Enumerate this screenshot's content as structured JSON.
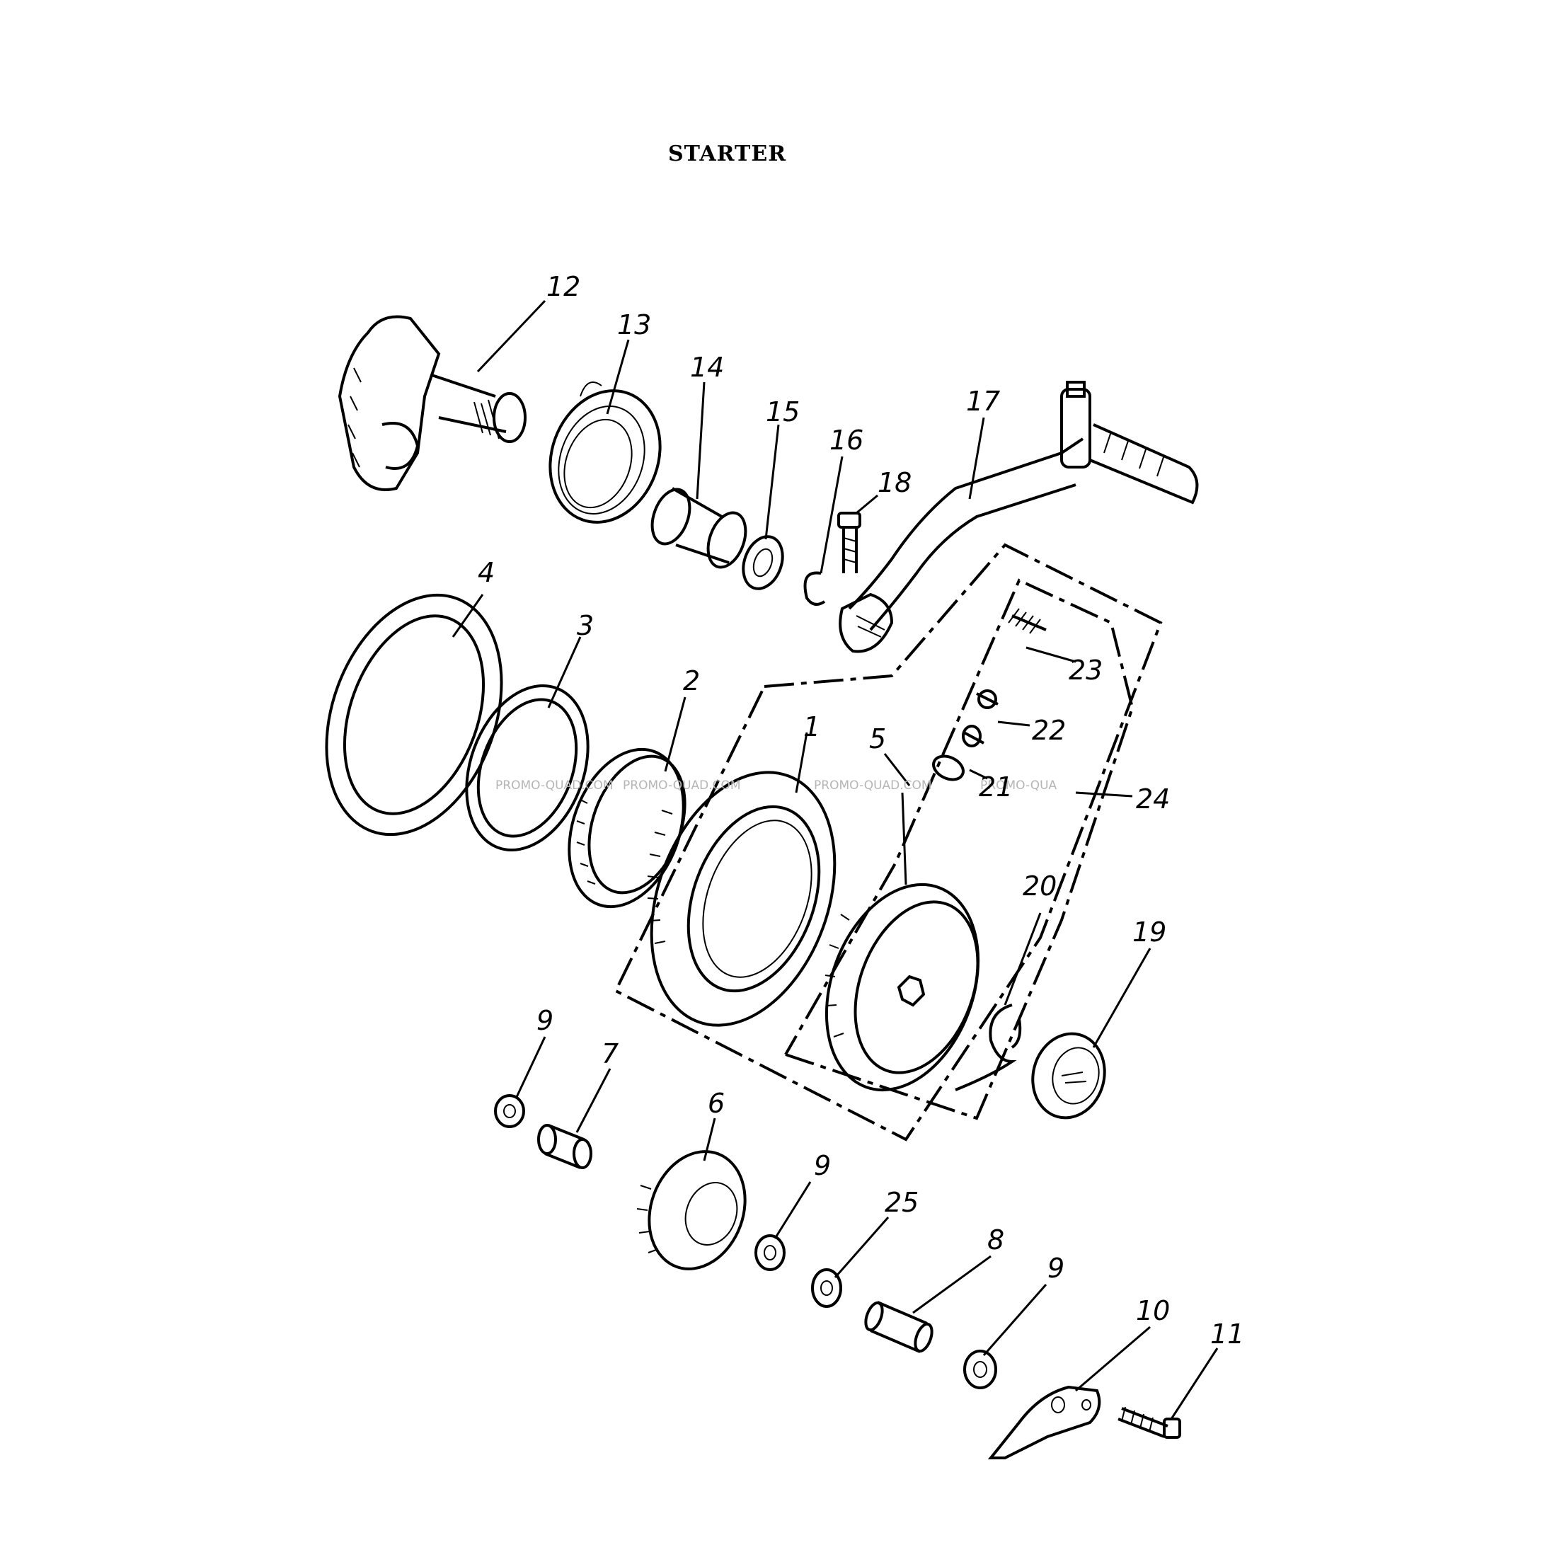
{
  "title": "STARTER",
  "callouts": [
    {
      "id": "12",
      "text": "12"
    },
    {
      "id": "13",
      "text": "13"
    },
    {
      "id": "14",
      "text": "14"
    },
    {
      "id": "15",
      "text": "15"
    },
    {
      "id": "16",
      "text": "16"
    },
    {
      "id": "17",
      "text": "17"
    },
    {
      "id": "18",
      "text": "18"
    },
    {
      "id": "4",
      "text": "4"
    },
    {
      "id": "3",
      "text": "3"
    },
    {
      "id": "2",
      "text": "2"
    },
    {
      "id": "1",
      "text": "1"
    },
    {
      "id": "5",
      "text": "5"
    },
    {
      "id": "23",
      "text": "23"
    },
    {
      "id": "22",
      "text": "22"
    },
    {
      "id": "21",
      "text": "21"
    },
    {
      "id": "24",
      "text": "24"
    },
    {
      "id": "20",
      "text": "20"
    },
    {
      "id": "19",
      "text": "19"
    },
    {
      "id": "9a",
      "text": "9"
    },
    {
      "id": "7",
      "text": "7"
    },
    {
      "id": "6",
      "text": "6"
    },
    {
      "id": "9b",
      "text": "9"
    },
    {
      "id": "25",
      "text": "25"
    },
    {
      "id": "8",
      "text": "8"
    },
    {
      "id": "9c",
      "text": "9"
    },
    {
      "id": "10",
      "text": "10"
    },
    {
      "id": "11",
      "text": "11"
    }
  ],
  "watermark": [
    "PROMO-QUAD.COM",
    "PROMO-QUAD.COM",
    "PROMO-QUAD.COM",
    "PROMO-QUA"
  ]
}
